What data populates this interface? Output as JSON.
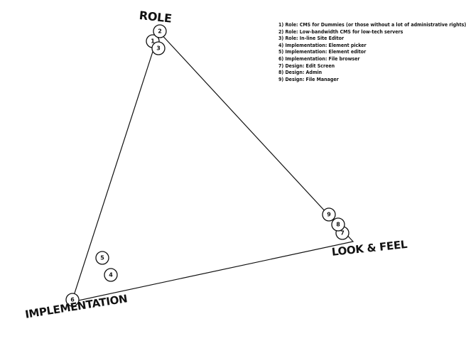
{
  "vertices": {
    "role": "ROLE",
    "look_and_feel": "LOOK & FEEL",
    "implementation": "IMPLEMENTATION"
  },
  "legend": [
    "1) Role: CMS for Dummies (or those without a lot of administrative rights)",
    "2) Role: Low-bandwidth CMS for low-tech servers",
    "3) Role: In-line Site Editor",
    "4) Implementation: Element picker",
    "5) Implementation: Element editor",
    "6) Implementation: File browser",
    "7) Design: Edit Screen",
    "8) Design: Admin",
    "9) Design: File Manager"
  ],
  "nodes": [
    "1",
    "2",
    "3",
    "4",
    "5",
    "6",
    "7",
    "8",
    "9"
  ]
}
